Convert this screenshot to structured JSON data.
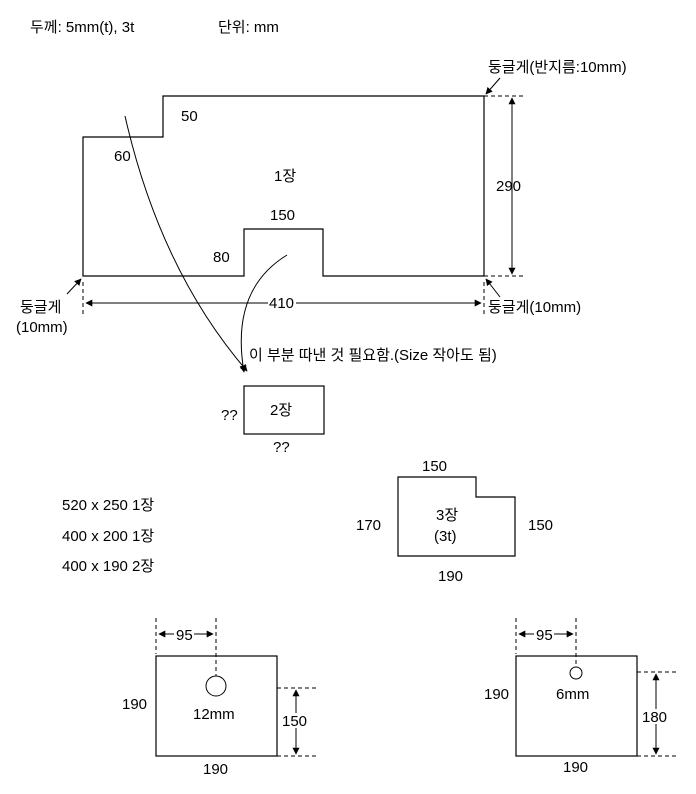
{
  "header": {
    "thickness": "두께: 5mm(t), 3t",
    "unit": "단위: mm"
  },
  "main_part": {
    "label": "1장",
    "step_height": "60",
    "step_width": "50",
    "notch_height": "80",
    "notch_width": "150",
    "width": "410",
    "height": "290",
    "round_top_right": "둥글게(반지름:10mm)",
    "round_bottom_right": "둥글게(10mm)",
    "round_left_line1": "둥글게",
    "round_left_line2": "(10mm)",
    "note": "이 부분 따낸 것 필요함.(Size 작아도 됨)"
  },
  "part2": {
    "label": "2장",
    "height": "??",
    "width": "??"
  },
  "part3": {
    "label": "3장",
    "sublabel": "(3t)",
    "top": "150",
    "left": "170",
    "right": "150",
    "bottom": "190"
  },
  "stock_list": [
    "520 x 250 1장",
    "400 x 200 1장",
    "400 x 190 2장"
  ],
  "plate_a": {
    "offset": "95",
    "left": "190",
    "hole": "12mm",
    "hole_height": "150",
    "bottom": "190"
  },
  "plate_b": {
    "offset": "95",
    "left": "190",
    "hole": "6mm",
    "hole_height": "180",
    "bottom": "190"
  }
}
